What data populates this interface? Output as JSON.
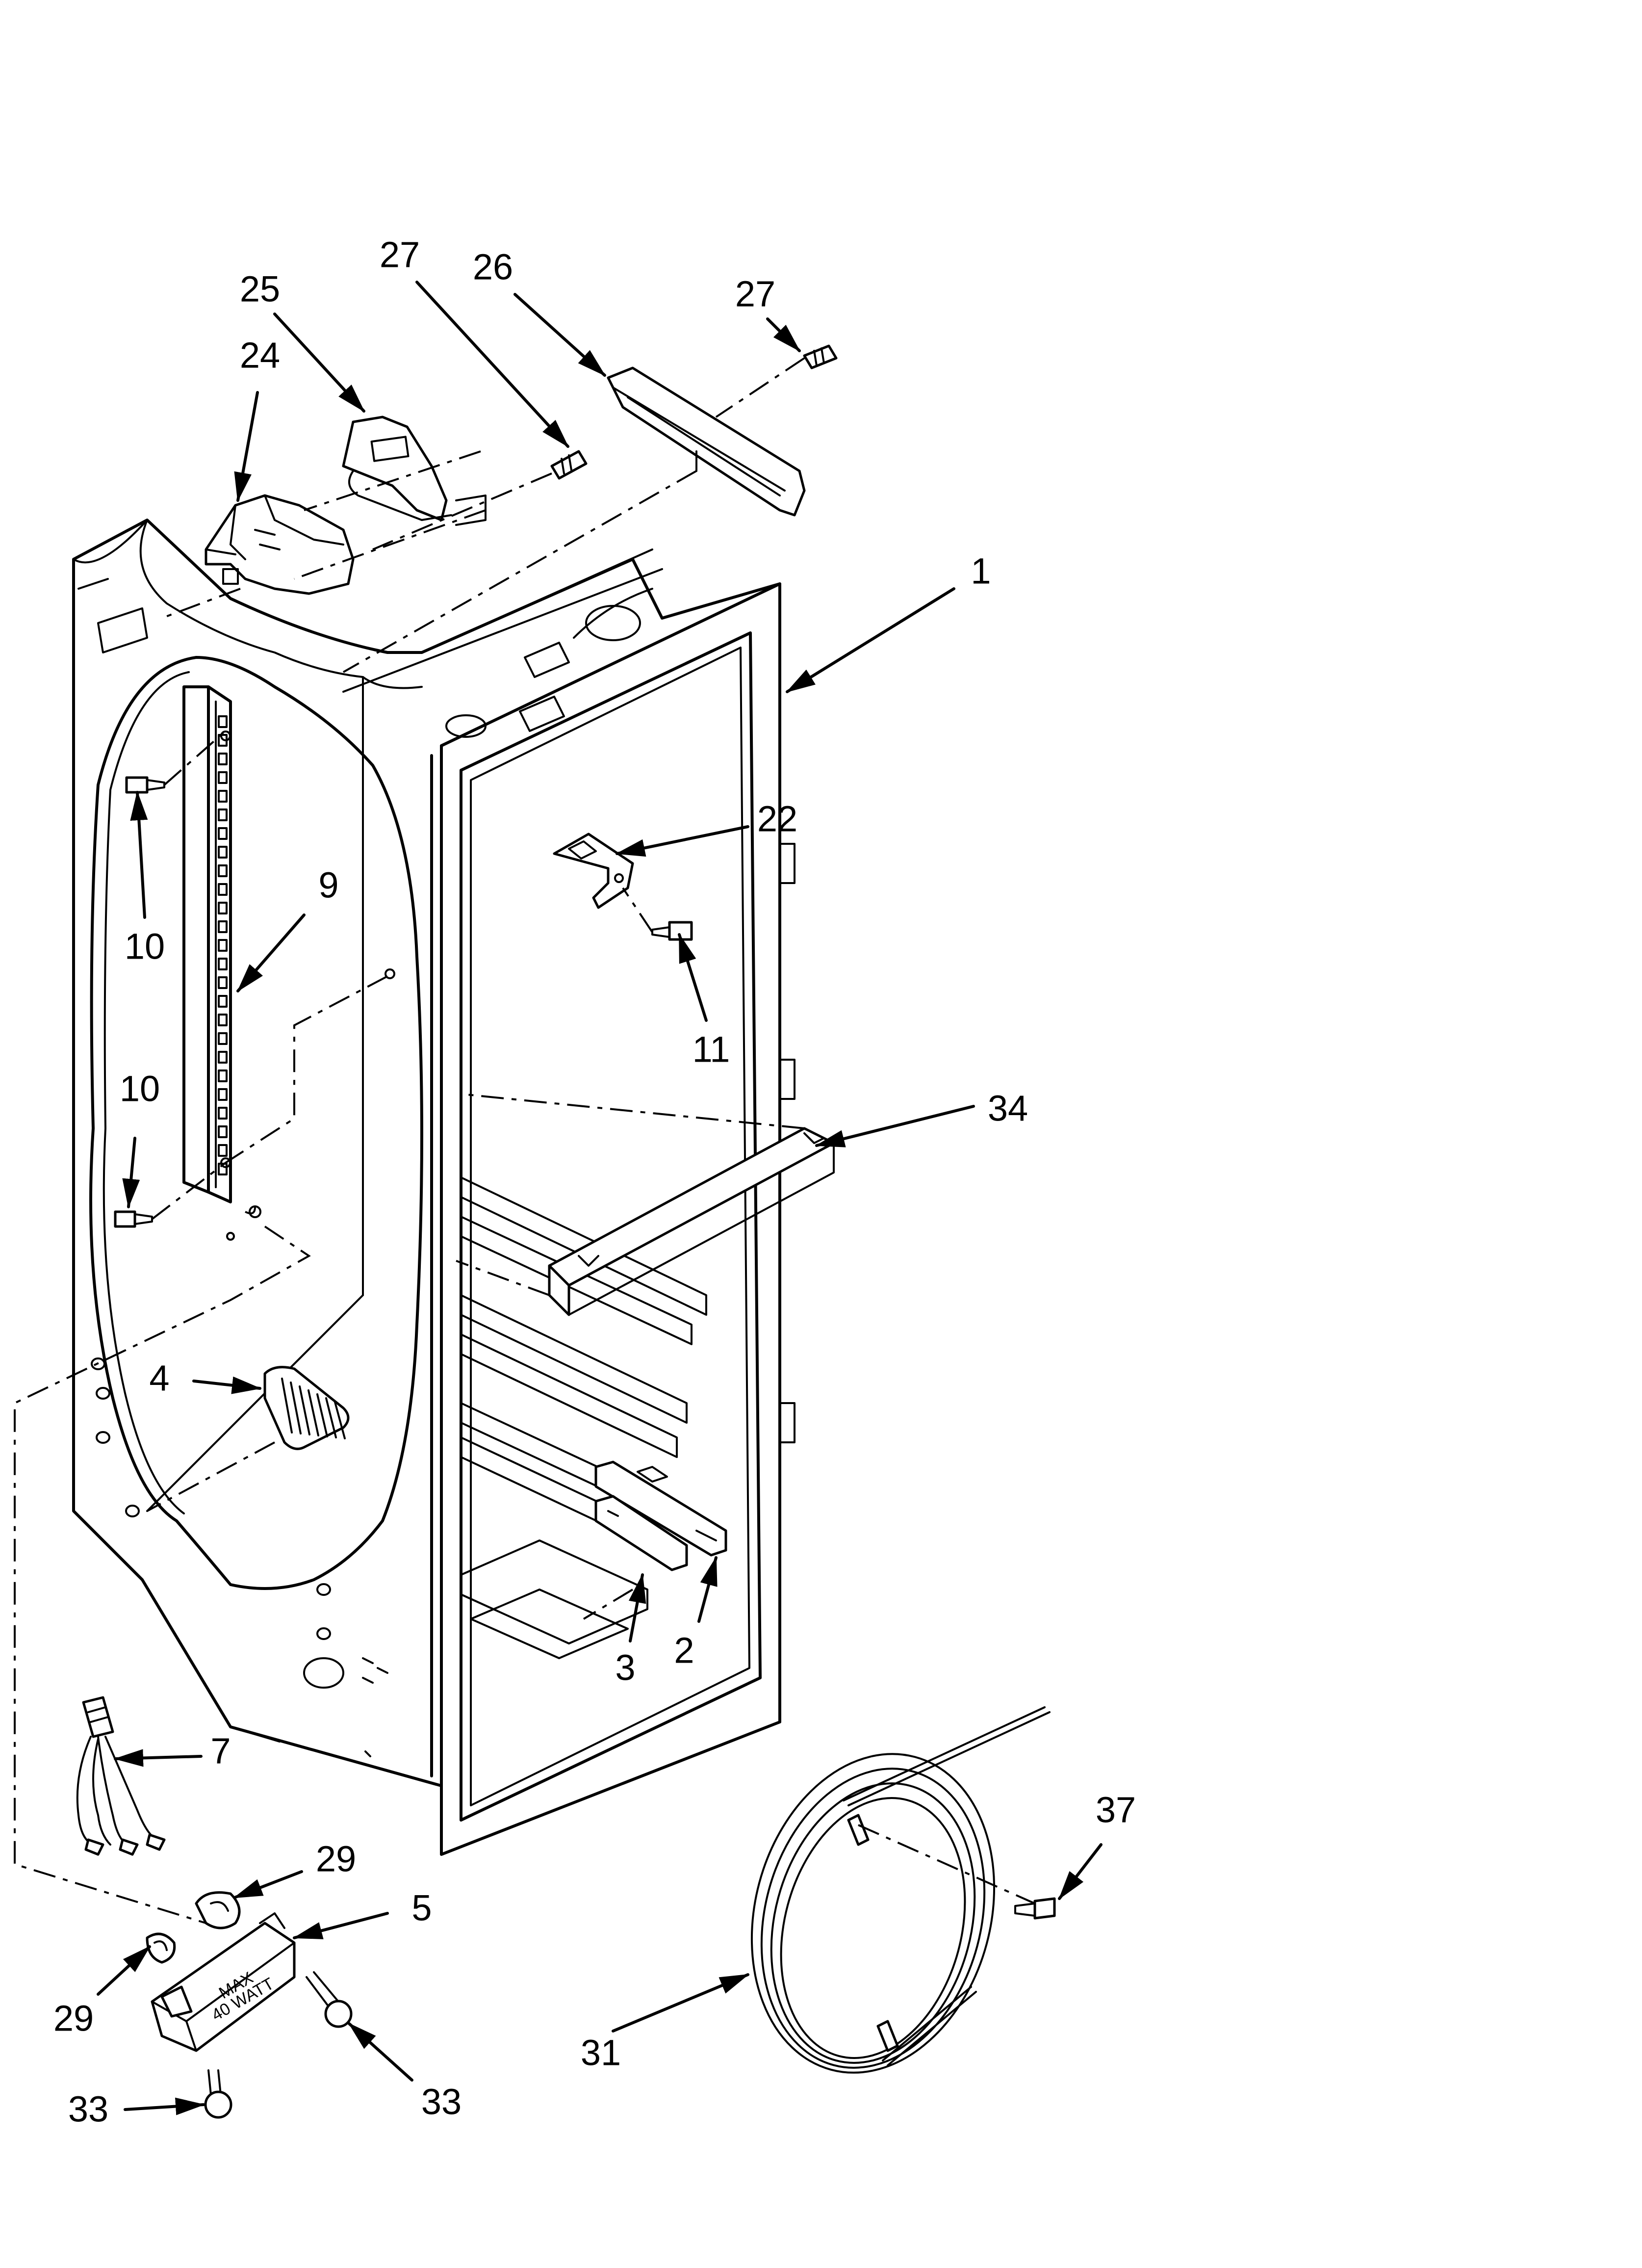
{
  "callouts": [
    {
      "id": "c27a",
      "text": "27"
    },
    {
      "id": "c26",
      "text": "26"
    },
    {
      "id": "c27b",
      "text": "27"
    },
    {
      "id": "c25",
      "text": "25"
    },
    {
      "id": "c24",
      "text": "24"
    },
    {
      "id": "c1",
      "text": "1"
    },
    {
      "id": "c22",
      "text": "22"
    },
    {
      "id": "c9",
      "text": "9"
    },
    {
      "id": "c10a",
      "text": "10"
    },
    {
      "id": "c11",
      "text": "11"
    },
    {
      "id": "c10b",
      "text": "10"
    },
    {
      "id": "c34",
      "text": "34"
    },
    {
      "id": "c4",
      "text": "4"
    },
    {
      "id": "c3",
      "text": "3"
    },
    {
      "id": "c2",
      "text": "2"
    },
    {
      "id": "c7",
      "text": "7"
    },
    {
      "id": "c29a",
      "text": "29"
    },
    {
      "id": "c5",
      "text": "5"
    },
    {
      "id": "c37",
      "text": "37"
    },
    {
      "id": "c29b",
      "text": "29"
    },
    {
      "id": "c31",
      "text": "31"
    },
    {
      "id": "c33a",
      "text": "33"
    },
    {
      "id": "c33b",
      "text": "33"
    }
  ],
  "lamp_socket_marking": {
    "line1": "MAX",
    "line2": "40 WATT"
  }
}
